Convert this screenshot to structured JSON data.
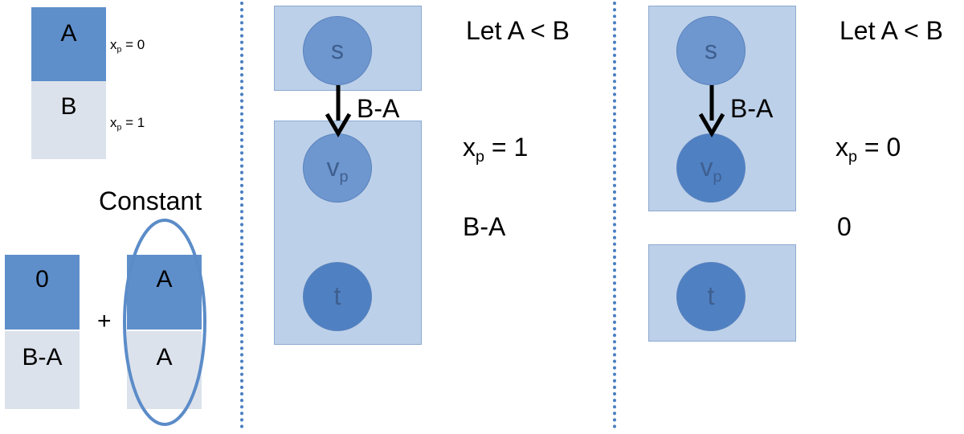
{
  "legend": {
    "cell_a": "A",
    "cell_b": "B",
    "xp_eq_0": {
      "main": "x",
      "sub": "p",
      "rest": " = 0"
    },
    "xp_eq_1": {
      "main": "x",
      "sub": "p",
      "rest": " = 1"
    }
  },
  "decomposition": {
    "constant_label": "Constant",
    "left_top": "0",
    "left_bottom": "B-A",
    "plus": "+",
    "right_top": "A",
    "right_bottom": "A"
  },
  "graph_middle": {
    "title": "Let A < B",
    "node_s": "s",
    "node_v": {
      "main": "v",
      "sub": "p"
    },
    "node_t": "t",
    "edge_label": "B-A",
    "assignment": {
      "main": "x",
      "sub": "p",
      "rest": " = 1"
    },
    "cost": "B-A"
  },
  "graph_right": {
    "title": "Let A < B",
    "node_s": "s",
    "node_v": {
      "main": "v",
      "sub": "p"
    },
    "node_t": "t",
    "edge_label": "B-A",
    "assignment": {
      "main": "x",
      "sub": "p",
      "rest": " = 0"
    },
    "cost": "0"
  },
  "colors": {
    "cell_dark": "#5f8fcb",
    "cell_light": "#dce2ec",
    "ellipse": "#5b8cc8",
    "divider": "#4a7fc1"
  }
}
